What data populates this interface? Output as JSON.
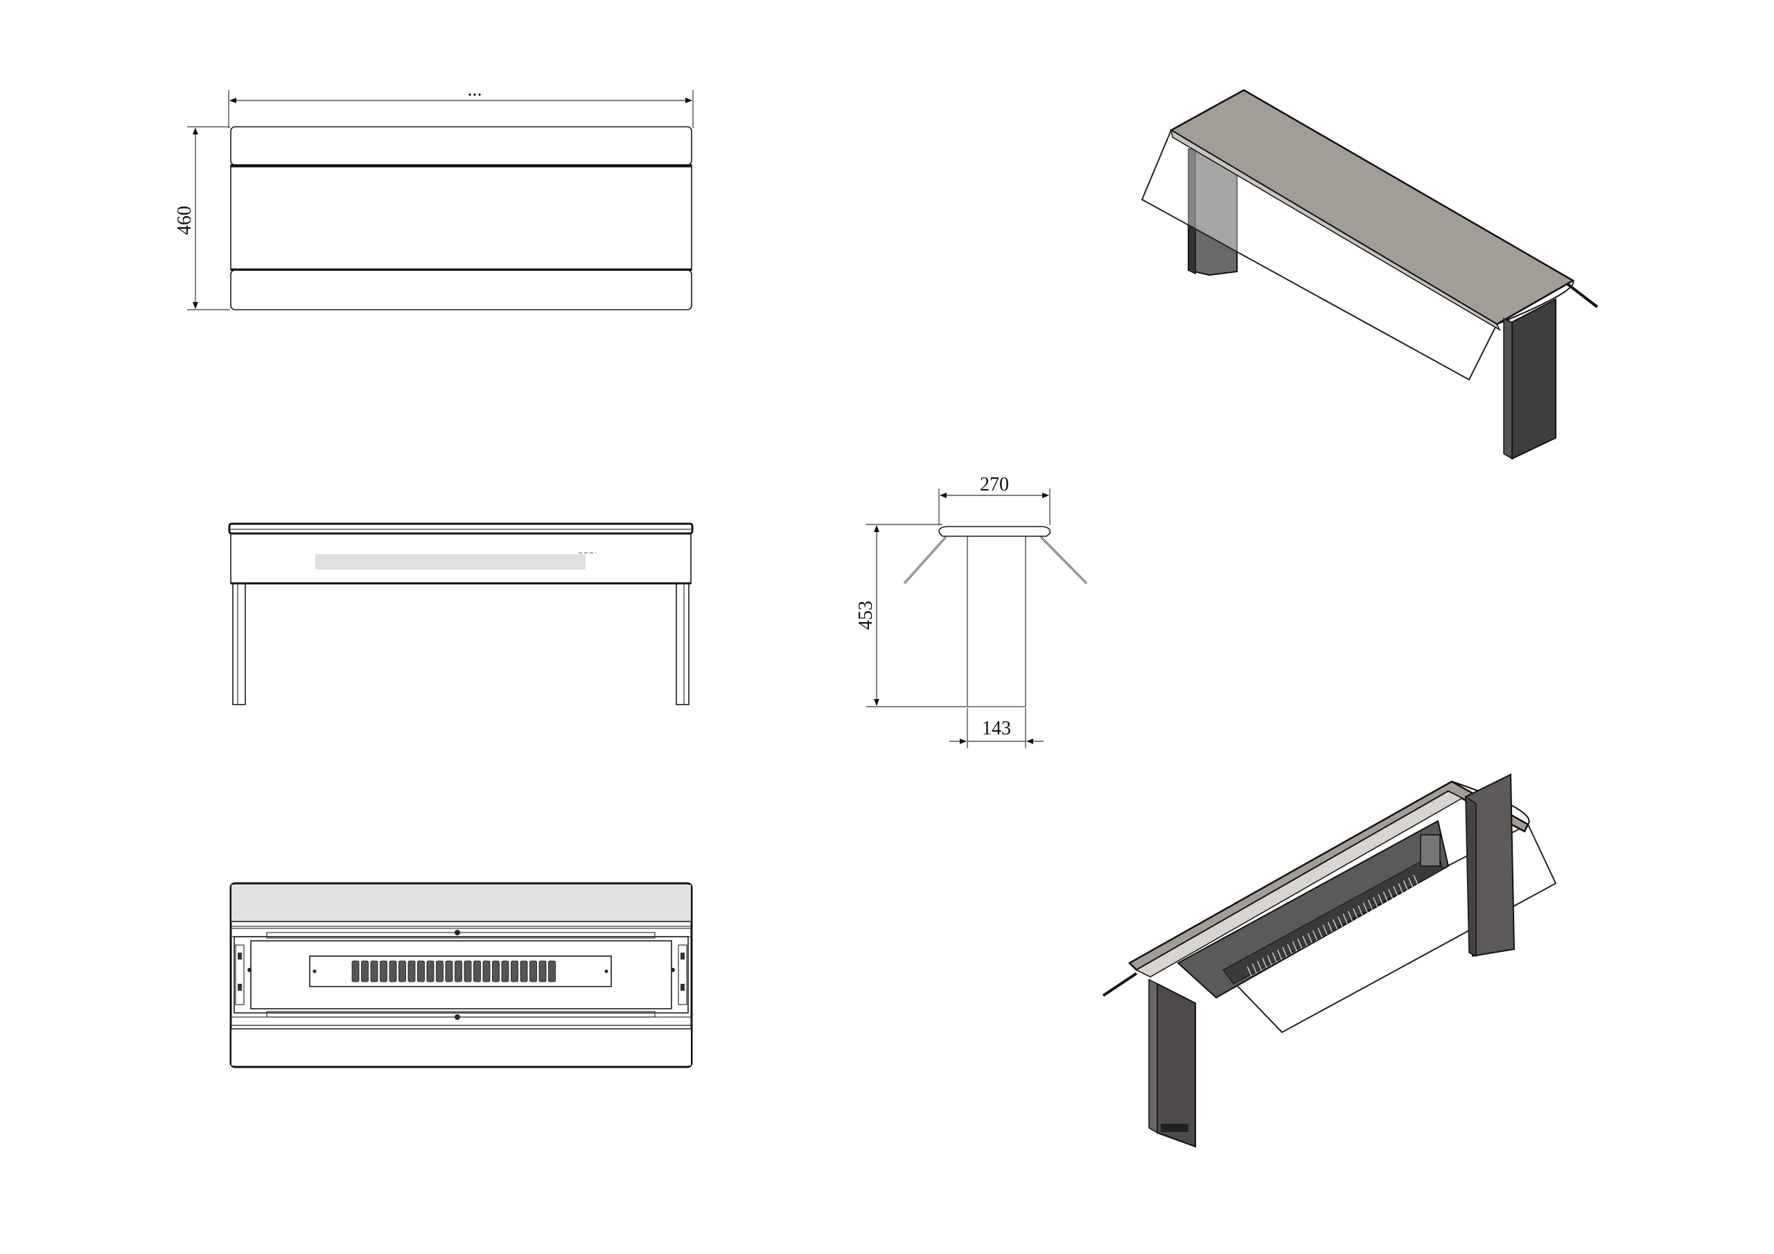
{
  "dimensions": {
    "top_width": "...",
    "top_depth": "460",
    "side_width": "270",
    "side_height": "453",
    "side_base": "143"
  },
  "colors": {
    "glass": "#f3f3f3",
    "panel": "#ded9d4",
    "bottom_strip": "#e2e2e2",
    "iso_top": "#a29d96",
    "iso_leg": "#3e3e3e",
    "iso_leg_light": "#6a6a6a",
    "heater_grill": "#555555",
    "line": "#1a1a1a"
  }
}
